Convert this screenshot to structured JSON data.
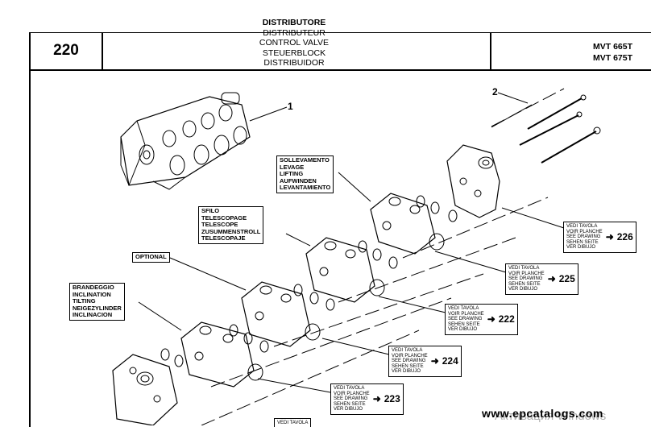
{
  "page_number": "220",
  "titles": [
    "DISTRIBUTORE",
    "DISTRIBUTEUR",
    "CONTROL VALVE",
    "STEUERBLOCK",
    "DISTRIBUIDOR"
  ],
  "models": [
    "MVT 665T",
    "MVT 675T"
  ],
  "callouts": {
    "item1": "1",
    "item2": "2"
  },
  "function_labels": {
    "lifting": [
      "SOLLEVAMENTO",
      "LEVAGE",
      "LIFTING",
      "AUFWINDEN",
      "LEVANTAMIENTO"
    ],
    "telescope": [
      "SFILO",
      "TELESCOPAGE",
      "TELESCOPE",
      "ZUSUMMENSTROLL",
      "TELESCOPAJE"
    ],
    "optional": "OPTIONAL",
    "tilting": [
      "BRANDEGGIO",
      "INCLINATION",
      "TILTING",
      "NEIGEZYLINDER",
      "INCLINACION"
    ]
  },
  "see_drawing_text": [
    "VEDI TAVOLA",
    "VOIR PLANCHE",
    "SEE DRAWING",
    "SEHEN SEITE",
    "VER DIBUJO"
  ],
  "references": [
    "226",
    "225",
    "222",
    "224",
    "223"
  ],
  "partial_reference": "VEDI TAVOLA",
  "watermark": "www.epcatalogs.com",
  "os_overlay": "Активация Windows"
}
